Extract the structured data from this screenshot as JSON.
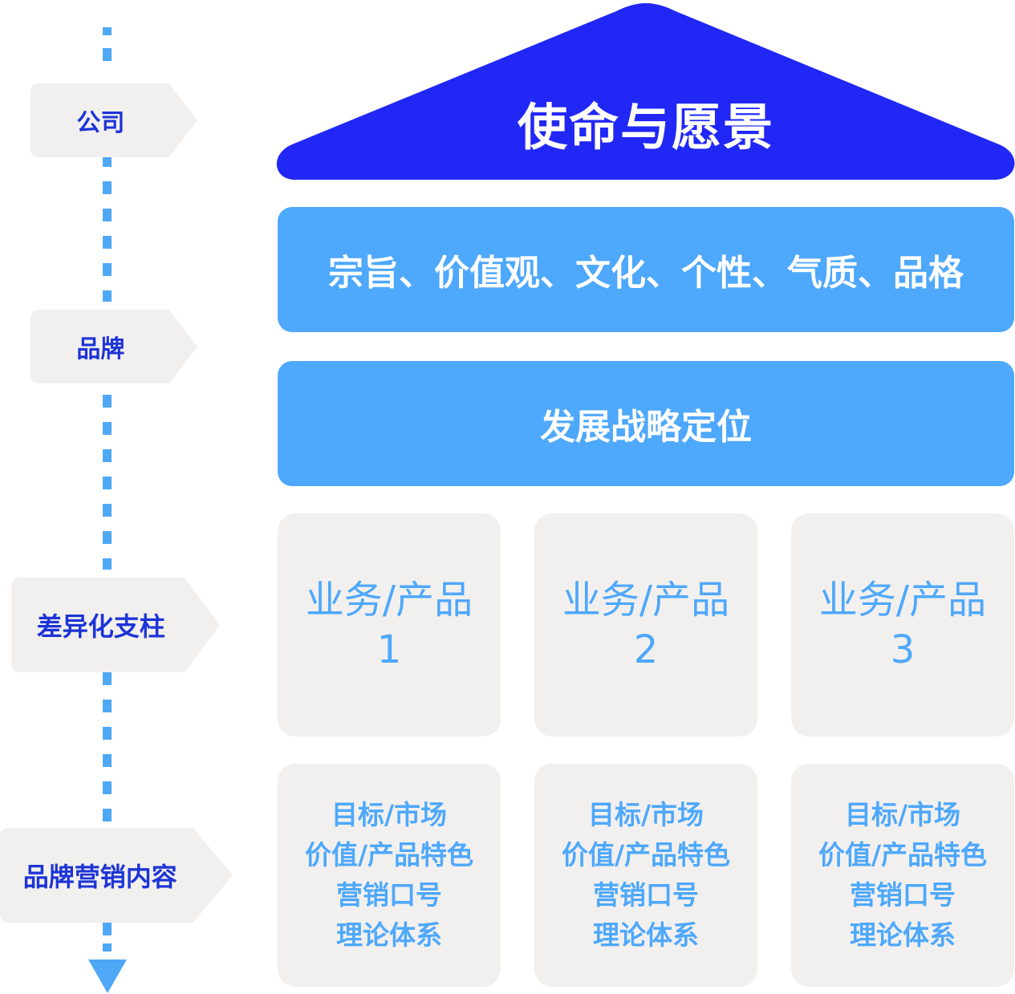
{
  "stages": [
    {
      "label": "公司"
    },
    {
      "label": "品牌"
    },
    {
      "label": "差异化支柱"
    },
    {
      "label": "品牌营销内容"
    }
  ],
  "roof": {
    "title": "使命与愿景"
  },
  "bands": [
    {
      "text": "宗旨、价值观、文化、个性、气质、品格"
    },
    {
      "text": "发展战略定位"
    }
  ],
  "pillars": [
    {
      "title": "业务/产品",
      "number": "1"
    },
    {
      "title": "业务/产品",
      "number": "2"
    },
    {
      "title": "业务/产品",
      "number": "3"
    }
  ],
  "contents": [
    {
      "lines": [
        "目标/市场",
        "价值/产品特色",
        "营销口号",
        "理论体系"
      ]
    },
    {
      "lines": [
        "目标/市场",
        "价值/产品特色",
        "营销口号",
        "理论体系"
      ]
    },
    {
      "lines": [
        "目标/市场",
        "价值/产品特色",
        "营销口号",
        "理论体系"
      ]
    }
  ],
  "colors": {
    "roof": "#2127f5",
    "band": "#4ea8fb",
    "stage_text": "#1d34d6",
    "card_bg": "#f2f0ee",
    "timeline": "#4ea8f5"
  }
}
